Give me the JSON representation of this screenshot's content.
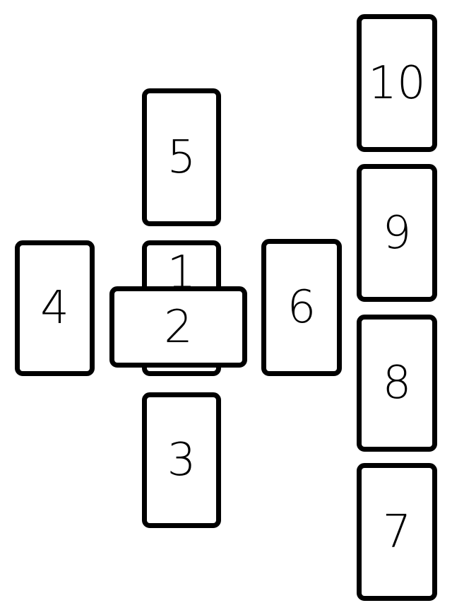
{
  "spread": {
    "cards": [
      {
        "id": "1",
        "label": "1"
      },
      {
        "id": "2",
        "label": "2"
      },
      {
        "id": "3",
        "label": "3"
      },
      {
        "id": "4",
        "label": "4"
      },
      {
        "id": "5",
        "label": "5"
      },
      {
        "id": "6",
        "label": "6"
      },
      {
        "id": "7",
        "label": "7"
      },
      {
        "id": "8",
        "label": "8"
      },
      {
        "id": "9",
        "label": "9"
      },
      {
        "id": "10",
        "label": "10"
      }
    ]
  },
  "colors": {
    "card_border": "#000000",
    "card_fill": "#ffffff",
    "background": "#ffffff"
  }
}
